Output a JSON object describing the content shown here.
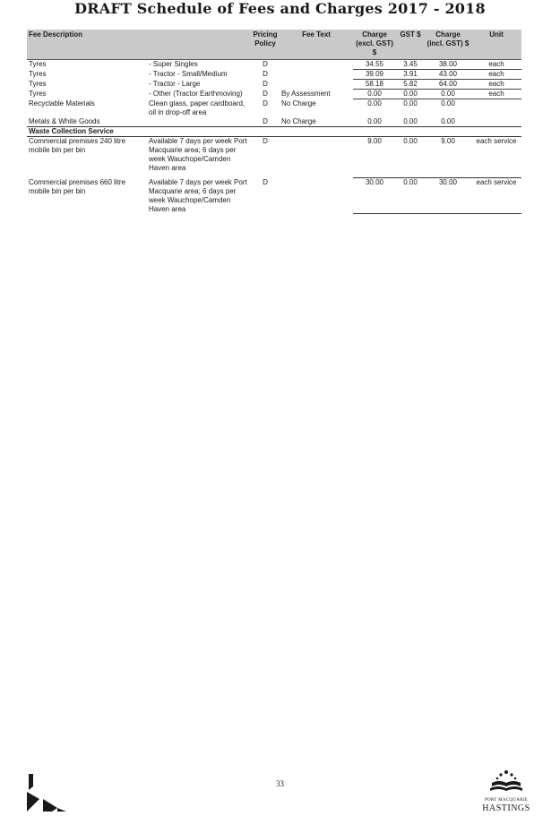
{
  "title": "DRAFT Schedule of Fees and Charges 2017 - 2018",
  "headers": {
    "fee_description": "Fee Description",
    "pricing_policy": "Pricing Policy",
    "fee_text": "Fee Text",
    "charge_excl": "Charge (excl. GST) $",
    "gst": "GST $",
    "charge_incl": "Charge (incl. GST) $",
    "unit": "Unit"
  },
  "rows": [
    {
      "desc": "Tyres",
      "sub": "- Super Singles",
      "policy": "D",
      "fee_text": "",
      "excl": "34.55",
      "gst": "3.45",
      "incl": "38.00",
      "unit": "each"
    },
    {
      "desc": "Tyres",
      "sub": "- Tractor - Small/Medium",
      "policy": "D",
      "fee_text": "",
      "excl": "39.09",
      "gst": "3.91",
      "incl": "43.00",
      "unit": "each"
    },
    {
      "desc": "Tyres",
      "sub": "- Tractor - Large",
      "policy": "D",
      "fee_text": "",
      "excl": "58.18",
      "gst": "5.82",
      "incl": "64.00",
      "unit": "each"
    },
    {
      "desc": "Tyres",
      "sub": "- Other (Tractor Earthmoving)",
      "policy": "D",
      "fee_text": "By Assessment",
      "excl": "0.00",
      "gst": "0.00",
      "incl": "0.00",
      "unit": "each"
    },
    {
      "desc": "Recyclable Materials",
      "sub": "Clean glass, paper cardboard, oil in drop-off area",
      "policy": "D",
      "fee_text": "No Charge",
      "excl": "0.00",
      "gst": "0.00",
      "incl": "0.00",
      "unit": ""
    },
    {
      "desc": "Metals & White Goods",
      "sub": "",
      "policy": "D",
      "fee_text": "No Charge",
      "excl": "0.00",
      "gst": "0.00",
      "incl": "0.00",
      "unit": ""
    }
  ],
  "section_heading": "Waste Collection Service",
  "waste_rows": [
    {
      "desc": "Commercial premises 240 litre mobile bin per bin",
      "sub": "Available 7 days per week Port Macquarie area; 6 days per week Wauchope/Camden Haven area",
      "policy": "D",
      "fee_text": "",
      "excl": "9.00",
      "gst": "0.00",
      "incl": "9.00",
      "unit": "each service"
    },
    {
      "desc": "Commercial premises 660 litre mobile bin per bin",
      "sub": "Available 7 days per week Port Macquarie area; 6 days per week Wauchope/Camden Haven area",
      "policy": "D",
      "fee_text": "",
      "excl": "30.00",
      "gst": "0.00",
      "incl": "30.00",
      "unit": "each service"
    }
  ],
  "page_number": "33",
  "logo_right": {
    "line1": "PORT MACQUARIE",
    "line2": "HASTINGS"
  },
  "colors": {
    "header_bg": "#c9c9c9",
    "text": "#1a1a1a"
  }
}
